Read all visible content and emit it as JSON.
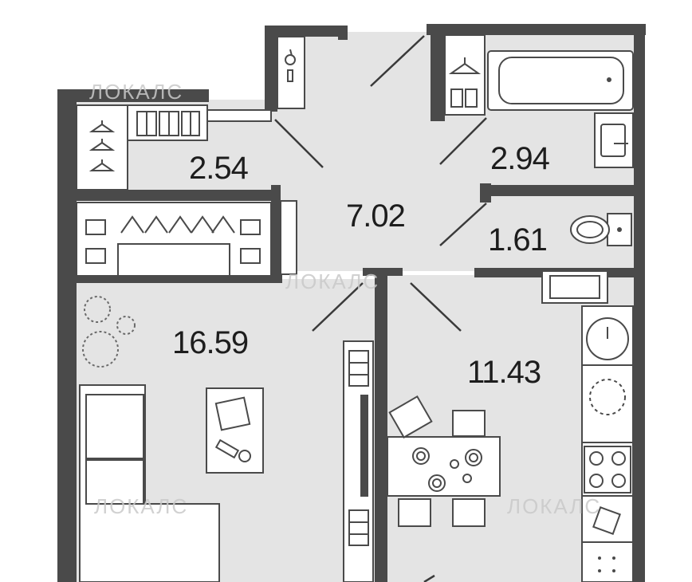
{
  "rooms": {
    "wardrobe": "2.54",
    "hall": "7.02",
    "bathroom": "2.94",
    "toilet": "1.61",
    "living": "16.59",
    "kitchen": "11.43"
  },
  "watermarks": [
    "ЛОКАЛС",
    "ЛОКАЛС",
    "ЛОКАЛС",
    "ЛОКАЛС"
  ],
  "colors": {
    "wall": "#4a4a4a",
    "floor": "#e4e4e4",
    "furniture": "#ffffff",
    "text": "#1d1d1d"
  }
}
